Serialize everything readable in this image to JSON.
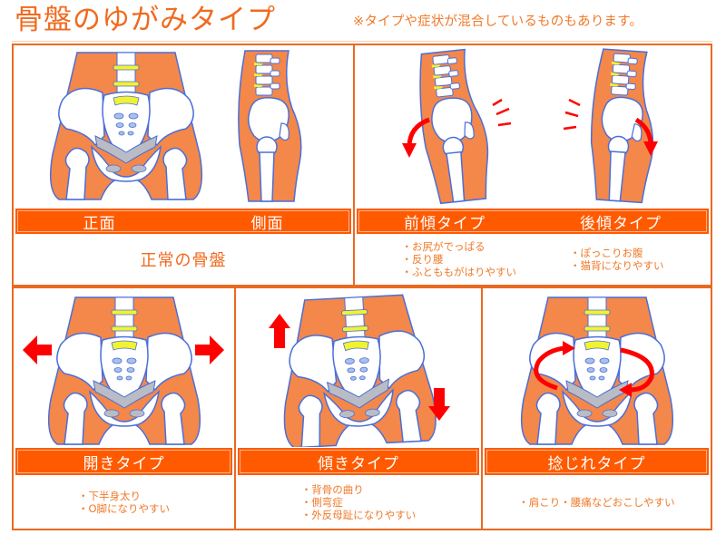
{
  "header": {
    "title": "骨盤のゆがみタイプ",
    "note": "※タイプや症状が混合しているものもあります。"
  },
  "colors": {
    "accent": "#ff5a00",
    "frame": "#ea6a22",
    "body": "#f4874a",
    "bone_outline": "#4a6fd8",
    "disc": "#f2f230",
    "sacrum_shade": "#b9bcc4",
    "arrow": "#ff0000"
  },
  "panels": {
    "normal": {
      "labels": [
        "正面",
        "側面"
      ],
      "caption": "正常の骨盤",
      "views": [
        {
          "icon": "pelvis-front-icon"
        },
        {
          "icon": "pelvis-side-icon"
        }
      ]
    },
    "tilt_front_back": {
      "labels": [
        "前傾タイプ",
        "後傾タイプ"
      ],
      "anterior": {
        "icon": "pelvis-anterior-tilt-icon",
        "symptoms": [
          "・お尻がでっぱる",
          "・反り腰",
          "・ふとももがはりやすい"
        ]
      },
      "posterior": {
        "icon": "pelvis-posterior-tilt-icon",
        "symptoms": [
          "・ぽっこりお腹",
          "・猫背になりやすい"
        ]
      }
    },
    "open": {
      "label": "開きタイプ",
      "icon": "pelvis-open-icon",
      "symptoms": [
        "・下半身太り",
        "・O脚になりやすい"
      ]
    },
    "lean": {
      "label": "傾きタイプ",
      "icon": "pelvis-lean-icon",
      "symptoms": [
        "・背骨の曲り",
        "・側弯症",
        "・外反母趾になりやすい"
      ]
    },
    "twist": {
      "label": "捻じれタイプ",
      "icon": "pelvis-twist-icon",
      "symptoms": [
        "・肩こり・腰痛などおこしやすい"
      ]
    }
  }
}
